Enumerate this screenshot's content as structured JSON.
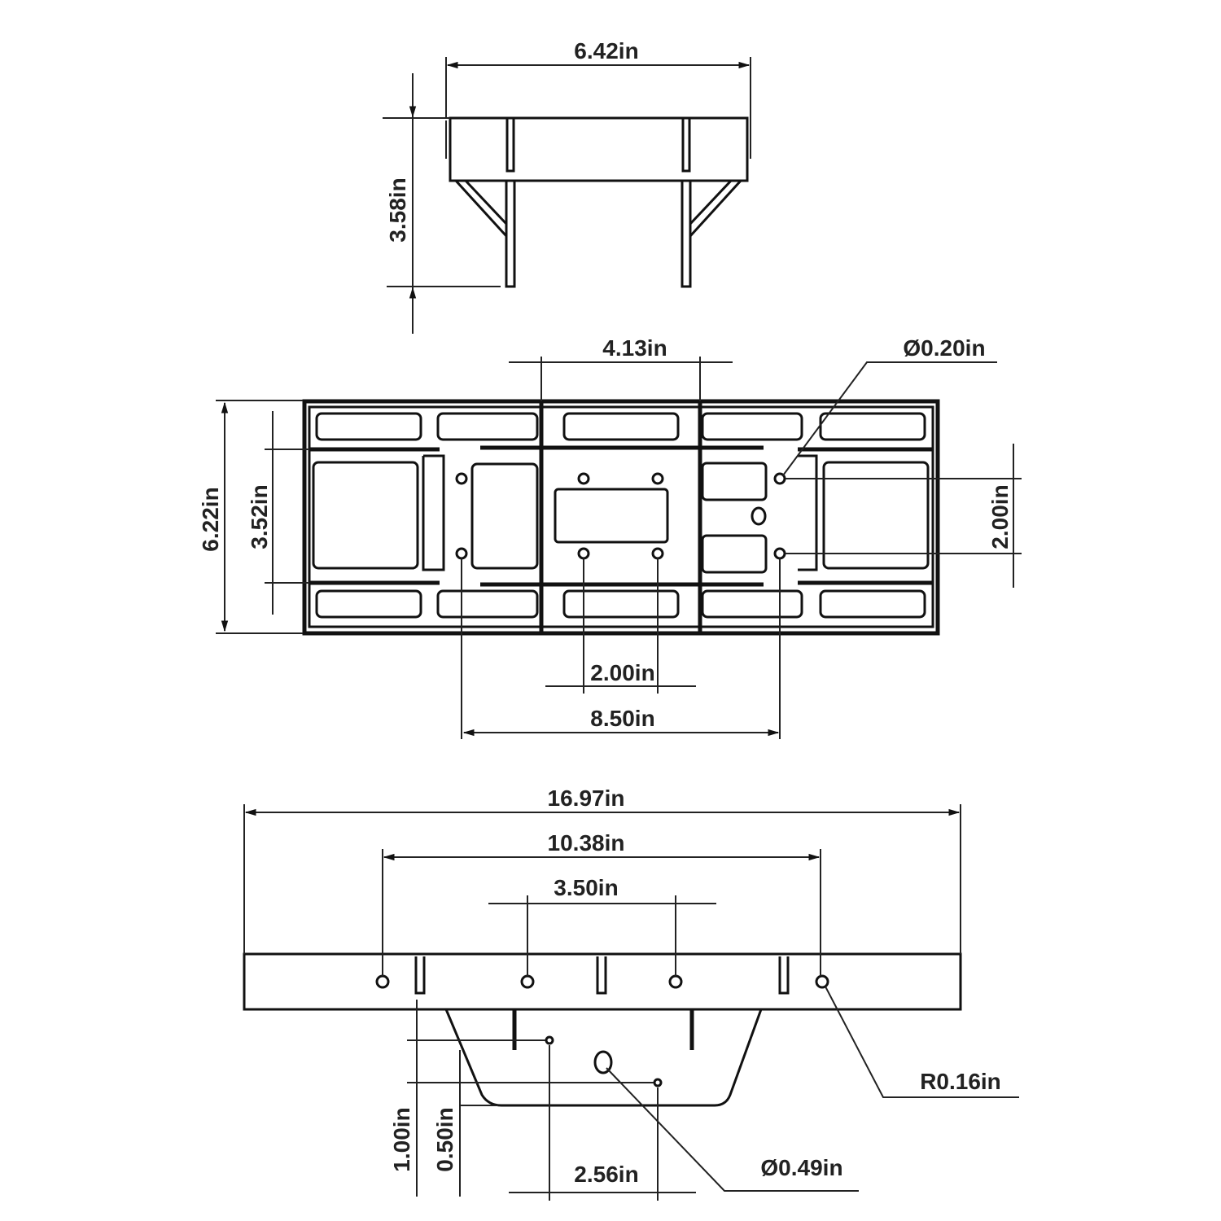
{
  "top_view": {
    "width_label": "6.42in",
    "height_label": "3.58in"
  },
  "plan_view": {
    "span_label": "4.13in",
    "hole_dia_label": "Ø0.20in",
    "overall_height_label": "6.22in",
    "inner_height_label": "3.52in",
    "hole_vertical_label": "2.00in",
    "hole_horizontal_label": "2.00in",
    "hole_outer_label": "8.50in"
  },
  "front_view": {
    "overall_width_label": "16.97in",
    "outer_holes_label": "10.38in",
    "inner_holes_label": "3.50in",
    "radius_label": "R0.16in",
    "big_hole_label": "Ø0.49in",
    "small_holes_label": "2.56in",
    "offset_1_label": "1.00in",
    "offset_2_label": "0.50in"
  }
}
